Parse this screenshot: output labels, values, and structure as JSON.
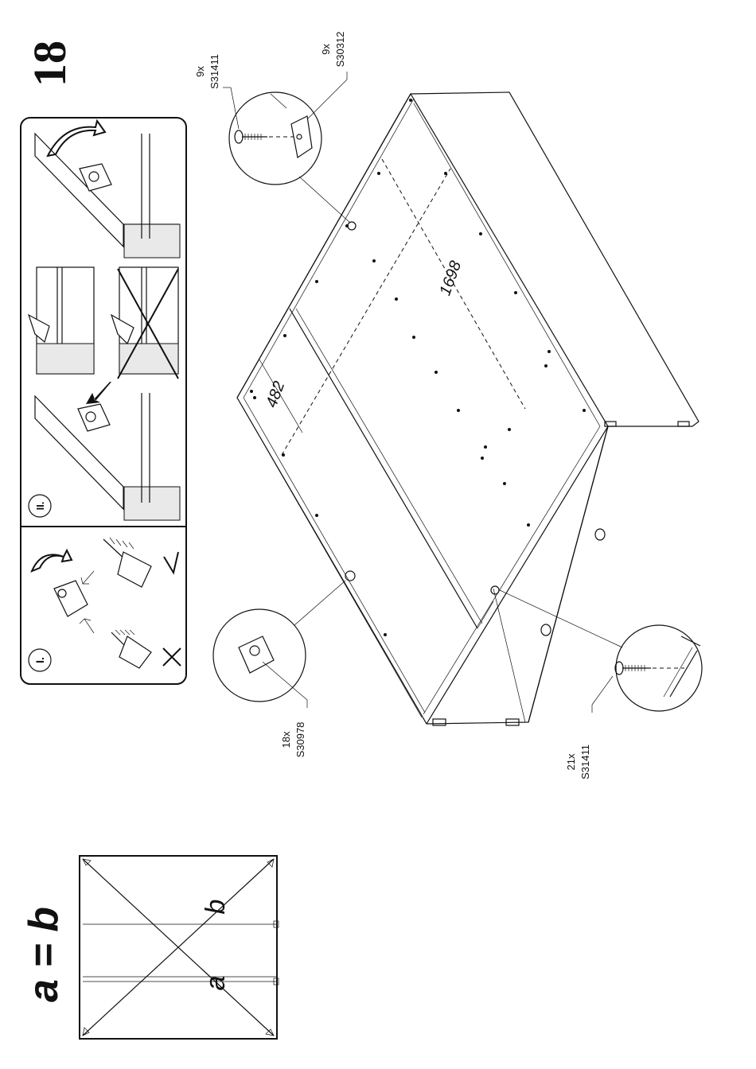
{
  "step": {
    "number": "18"
  },
  "formula": {
    "text": "a = b",
    "diag_a": "a",
    "diag_b": "b"
  },
  "detail_panel": {
    "section_1_label": "I.",
    "section_2_label": "II."
  },
  "dimensions": {
    "width": "482",
    "length": "1698"
  },
  "callouts": [
    {
      "qty": "9x",
      "code": "S31411"
    },
    {
      "qty": "9x",
      "code": "S30312"
    },
    {
      "qty": "18x",
      "code": "S30978"
    },
    {
      "qty": "21x",
      "code": "S31411"
    }
  ],
  "colors": {
    "ink": "#111111",
    "paper": "#ffffff",
    "concrete": "#e9e9e9"
  }
}
